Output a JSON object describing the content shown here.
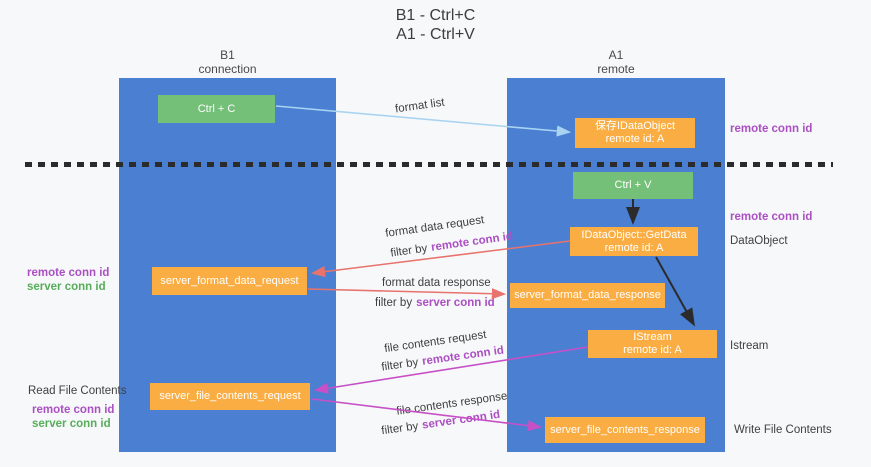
{
  "title": {
    "line1": "B1 - Ctrl+C",
    "line2": "A1 - Ctrl+V"
  },
  "columns": {
    "b1": {
      "name": "B1",
      "role": "connection"
    },
    "a1": {
      "name": "A1",
      "role": "remote"
    }
  },
  "boxes": {
    "ctrl_c": "Ctrl + C",
    "ctrl_v": "Ctrl + V",
    "save_dataobject": {
      "line1": "保存IDataObject",
      "line2": "remote id: A"
    },
    "getdata": {
      "line1": "IDataObject::GetData",
      "line2": "remote id: A"
    },
    "istream": {
      "line1": "IStream",
      "line2": "remote id: A"
    },
    "server_format_data_request": "server_format_data_request",
    "server_format_data_response": "server_format_data_response",
    "server_file_contents_request": "server_file_contents_request",
    "server_file_contents_response": "server_file_contents_response"
  },
  "arrow_labels": {
    "format_list": "format list",
    "format_data_request": "format data request",
    "format_data_response": "format data response",
    "file_contents_request": "file contents request",
    "file_contents_response": "file contents response",
    "filter_by": "filter by",
    "remote_conn_id": "remote conn id",
    "server_conn_id": "server conn id"
  },
  "annotations": {
    "right_remote_conn_id_top": "remote conn id",
    "right_remote_conn_id_mid": "remote conn id",
    "dataobject": "DataObject",
    "istream": "Istream",
    "write_file_contents": "Write File Contents",
    "read_file_contents": "Read File Contents",
    "left_remote_conn_id_1": "remote conn id",
    "left_server_conn_id_1": "server conn id",
    "left_remote_conn_id_2": "remote conn id",
    "left_server_conn_id_2": "server conn id"
  },
  "colors": {
    "column_blue": "#4a7fd2",
    "box_green": "#74c078",
    "box_orange": "#f9ad42",
    "arrow_lightblue": "#a8d4f2",
    "arrow_red": "#e8736c",
    "arrow_magenta": "#c750c7",
    "arrow_black": "#2b2b2b",
    "text_purple": "#ab4fc3",
    "text_green": "#56ad5a",
    "text_dark": "#3f3f3f"
  }
}
